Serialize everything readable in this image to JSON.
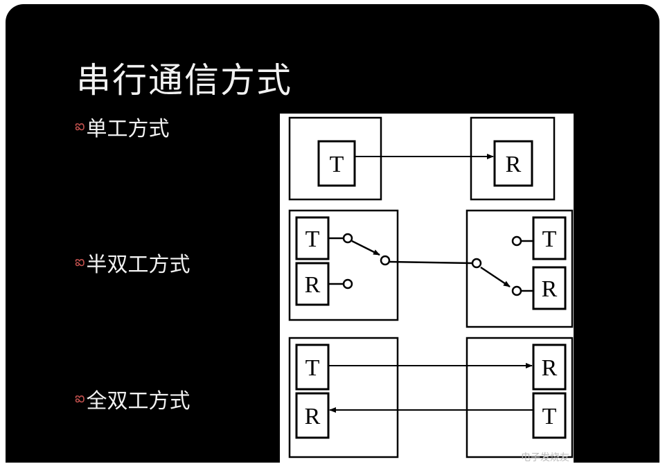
{
  "slide": {
    "title": "串行通信方式",
    "bullet_icon": "scroll-bullet-icon",
    "bullets": [
      "单工方式",
      "半双工方式",
      "全双工方式"
    ]
  },
  "diagram": {
    "simplex": {
      "left_box": "T",
      "right_box": "R"
    },
    "half_duplex": {
      "left_top": "T",
      "left_bottom": "R",
      "right_top": "T",
      "right_bottom": "R"
    },
    "full_duplex": {
      "left_top": "T",
      "left_bottom": "R",
      "right_top": "R",
      "right_bottom": "T"
    }
  },
  "watermark": {
    "text": "电子发烧友"
  },
  "colors": {
    "background": "#000000",
    "text": "#f2f2f2",
    "bullet": "#c0504d",
    "panel": "#ffffff"
  }
}
